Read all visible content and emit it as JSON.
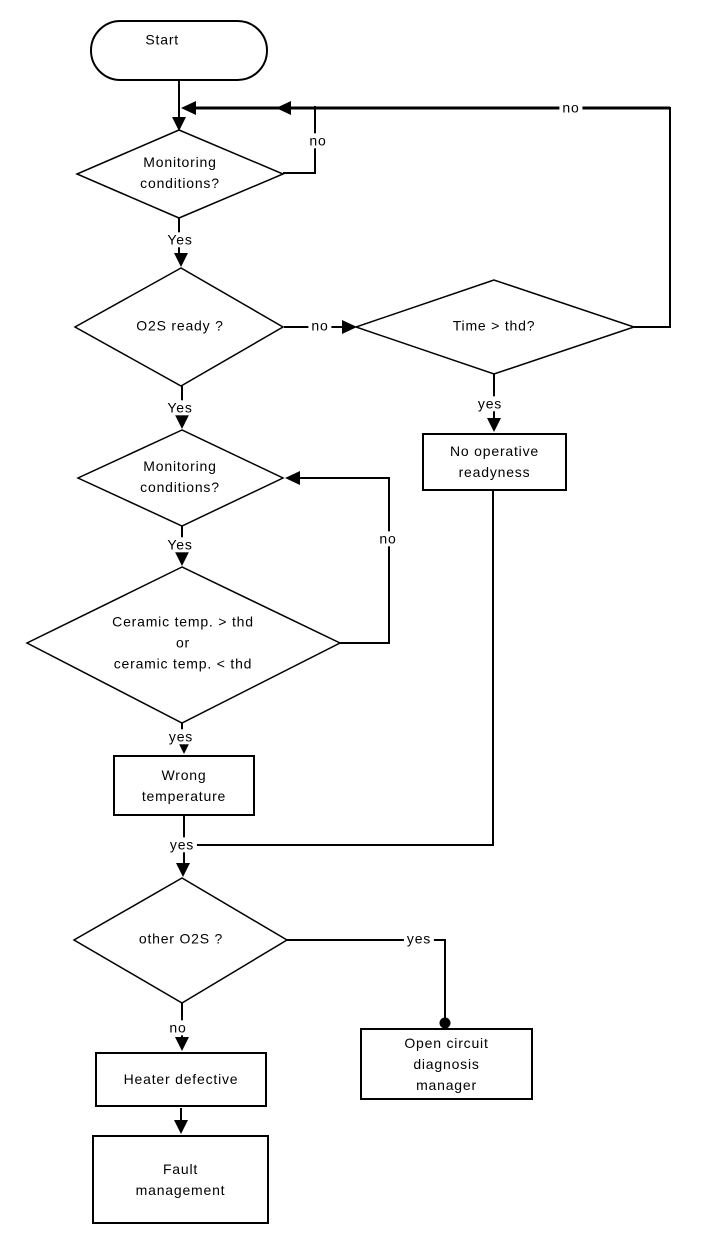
{
  "nodes": {
    "start": {
      "label": "Start",
      "type": "terminator"
    },
    "monitoring_conditions_1": {
      "label": "Monitoring\nconditions?",
      "type": "decision"
    },
    "o2s_ready": {
      "label": "O2S ready ?",
      "type": "decision"
    },
    "time_gt_thd": {
      "label": "Time > thd?",
      "type": "decision"
    },
    "no_operative_readyness": {
      "label": "No operative\nreadyness",
      "type": "process"
    },
    "monitoring_conditions_2": {
      "label": "Monitoring\nconditions?",
      "type": "decision"
    },
    "ceramic_temp": {
      "label": "Ceramic temp.  > thd\nor\nceramic temp. < thd",
      "type": "decision"
    },
    "wrong_temperature": {
      "label": "Wrong\ntemperature",
      "type": "process"
    },
    "other_o2s": {
      "label": "other O2S ?",
      "type": "decision"
    },
    "open_circuit_manager": {
      "label": "Open circuit\ndiagnosis\nmanager",
      "type": "process"
    },
    "heater_defective": {
      "label": "Heater defective",
      "type": "process"
    },
    "fault_management": {
      "label": "Fault\nmanagement",
      "type": "process"
    }
  },
  "edge_labels": {
    "monitoring1_no": "no",
    "monitoring1_yes": "Yes",
    "o2s_ready_no": "no",
    "o2s_ready_yes": "Yes",
    "time_no": "no",
    "time_yes": "yes",
    "monitoring2_yes": "Yes",
    "ceramic_no": "no",
    "ceramic_yes": "yes",
    "readyness_merge_yes": "yes",
    "other_o2s_yes": "yes",
    "other_o2s_no": "no"
  },
  "colors": {
    "line": "#000000",
    "background": "#ffffff",
    "text": "#000000"
  }
}
